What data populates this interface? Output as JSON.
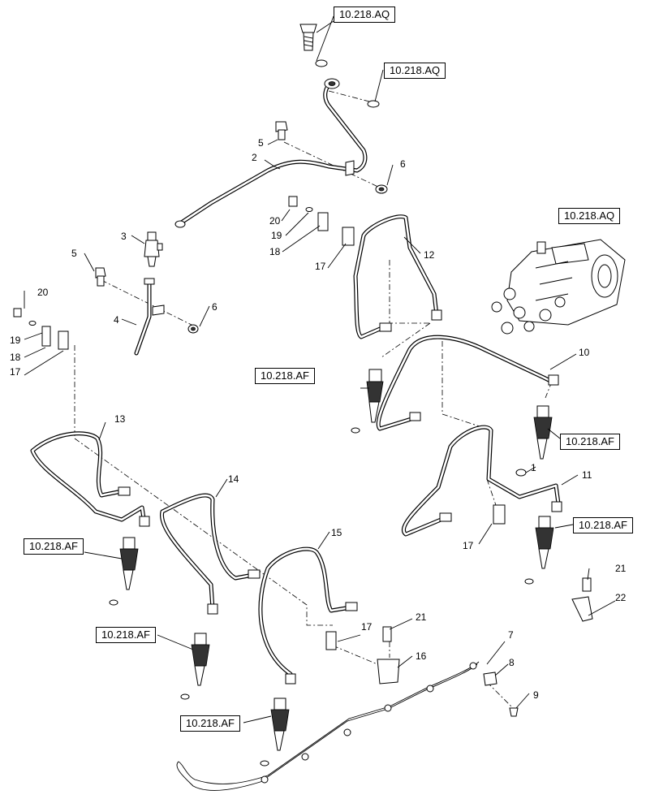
{
  "references": [
    {
      "id": "ref-a",
      "text": "10.218.AQ"
    },
    {
      "id": "ref-b",
      "text": "10.218.AQ"
    },
    {
      "id": "ref-c",
      "text": "10.218.AQ"
    },
    {
      "id": "ref-d",
      "text": "10.218.AF"
    },
    {
      "id": "ref-e",
      "text": "10.218.AF"
    },
    {
      "id": "ref-f",
      "text": "10.218.AF"
    },
    {
      "id": "ref-g",
      "text": "10.218.AF"
    },
    {
      "id": "ref-h",
      "text": "10.218.AF"
    },
    {
      "id": "ref-i",
      "text": "10.218.AF"
    }
  ],
  "callouts": {
    "c1": "1",
    "c2": "2",
    "c3": "3",
    "c4": "4",
    "c5a": "5",
    "c5b": "5",
    "c6a": "6",
    "c6b": "6",
    "c7": "7",
    "c8": "8",
    "c9": "9",
    "c10": "10",
    "c11": "11",
    "c12": "12",
    "c13": "13",
    "c14": "14",
    "c15": "15",
    "c16": "16",
    "c17a": "17",
    "c17b": "17",
    "c17c": "17",
    "c17d": "17",
    "c18a": "18",
    "c18b": "18",
    "c19a": "19",
    "c19b": "19",
    "c20a": "20",
    "c20b": "20",
    "c21a": "21",
    "c21b": "21",
    "c22": "22"
  }
}
